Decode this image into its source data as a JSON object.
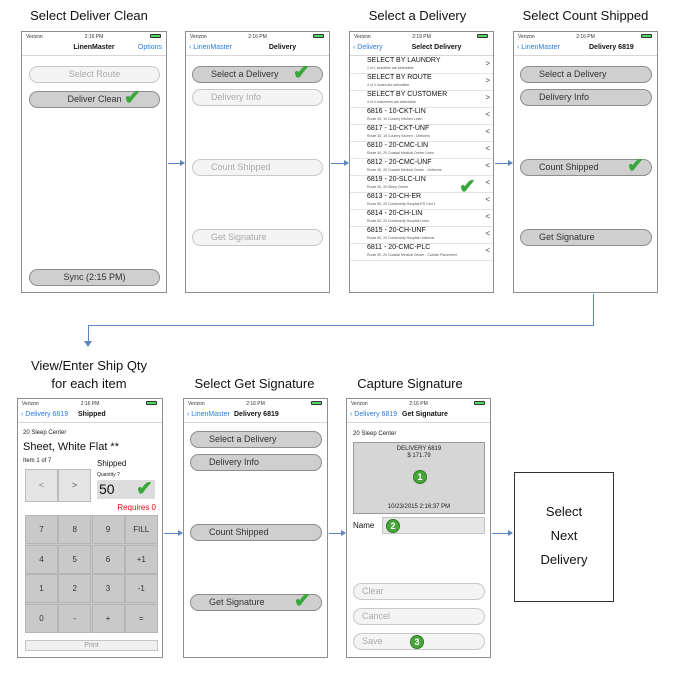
{
  "captions": {
    "c1": "Select Deliver Clean",
    "c2": "Select a Delivery",
    "c3": "Select Count Shipped",
    "c4_line1": "View/Enter Ship Qty",
    "c4_line2": "for each item",
    "c5": "Select Get Signature",
    "c6": "Capture Signature"
  },
  "status": {
    "carrier": "Verizon",
    "time": "2:16 PM",
    "time_alt": "2:19 PM"
  },
  "screen1": {
    "title": "LinenMaster",
    "options": "Options",
    "buttons": [
      "Select Route",
      "Deliver Clean",
      "Sync (2:15 PM)"
    ]
  },
  "screen2": {
    "back": "LinenMaster",
    "title": "Delivery",
    "buttons": [
      "Select a Delivery",
      "Delivery Info",
      "Count Shipped",
      "Get Signature"
    ]
  },
  "screen3": {
    "back": "Delivery",
    "title": "Select Delivery",
    "rows": [
      {
        "t": "SELECT BY LAUNDRY",
        "s": "1 of 1 laundries are selectable",
        "c": ">"
      },
      {
        "t": "SELECT BY ROUTE",
        "s": "4 of 4 routes are selectable",
        "c": ">"
      },
      {
        "t": "SELECT BY CUSTOMER",
        "s": "4 of 4 customers are selectable",
        "c": ">"
      },
      {
        "t": "6816 - 10-CKT-LIN",
        "s": "Route 30, 10 Country Kitchen Linen",
        "c": "<"
      },
      {
        "t": "6817 - 10-CKT-UNF",
        "s": "Route 30, 10 Country Kitchen - Uniforms",
        "c": "<"
      },
      {
        "t": "6810 - 20-CMC-LIN",
        "s": "Route 40, 20 Coastal Medical Center Linen",
        "c": "<"
      },
      {
        "t": "6812 - 20-CMC-UNF",
        "s": "Route 40, 20 Coastal Medical Center - Uniforms",
        "c": "<"
      },
      {
        "t": "6819 - 20-SLC-LIN",
        "s": "Route 40, 20 Sleep Center",
        "c": "<"
      },
      {
        "t": "6813 - 20-CH-ER",
        "s": "Route 50, 20 Community Hospital ER Cart 1",
        "c": "<"
      },
      {
        "t": "6814 - 20-CH-LIN",
        "s": "Route 50, 20 Community Hospital Linen",
        "c": "<"
      },
      {
        "t": "6815 - 20-CH-UNF",
        "s": "Route 50, 20 Community Hospital Uniforms",
        "c": "<"
      },
      {
        "t": "6811 - 20-CMC-PLC",
        "s": "Route 50, 20 Coastal Medical Center - Cubicle Placement",
        "c": "<"
      }
    ]
  },
  "screen4": {
    "back": "LinenMaster",
    "title": "Delivery 6819",
    "buttons": [
      "Select a Delivery",
      "Delivery Info",
      "Count Shipped",
      "Get Signature"
    ]
  },
  "screen5": {
    "back": "Delivery 6819",
    "title": "Shipped",
    "customer": "20 Sleep Center",
    "item_name": "Sheet, White Flat **",
    "item_count": "Item 1 of 7",
    "shipped_label": "Shipped",
    "quantity_label": "Quantity ?",
    "quantity_value": "50",
    "requires": "Requires 0",
    "prev": "<",
    "next": ">",
    "keys": [
      "7",
      "8",
      "9",
      "FILL",
      "4",
      "5",
      "6",
      "+1",
      "1",
      "2",
      "3",
      "-1",
      "0",
      "-",
      "+",
      "="
    ],
    "print": "Print"
  },
  "screen6": {
    "back": "LinenMaster",
    "title": "Delivery 6819",
    "buttons": [
      "Select a Delivery",
      "Delivery Info",
      "Count Shipped",
      "Get Signature"
    ]
  },
  "screen7": {
    "back": "Delivery 6819",
    "title": "Get Signature",
    "customer": "20 Sleep Center",
    "delivery_label": "DELIVERY 6819",
    "amount": "$ 171.79",
    "timestamp": "10/23/2015 2:16:37 PM",
    "name_label": "Name",
    "buttons": [
      "Clear",
      "Cancel",
      "Save"
    ]
  },
  "badges": [
    "1",
    "2",
    "3"
  ],
  "next_box": {
    "line1": "Select",
    "line2": "Next",
    "line3": "Delivery"
  },
  "colors": {
    "check": "#39a83a",
    "arrow": "#5b86c0",
    "ios_blue": "#2a7ae2"
  }
}
